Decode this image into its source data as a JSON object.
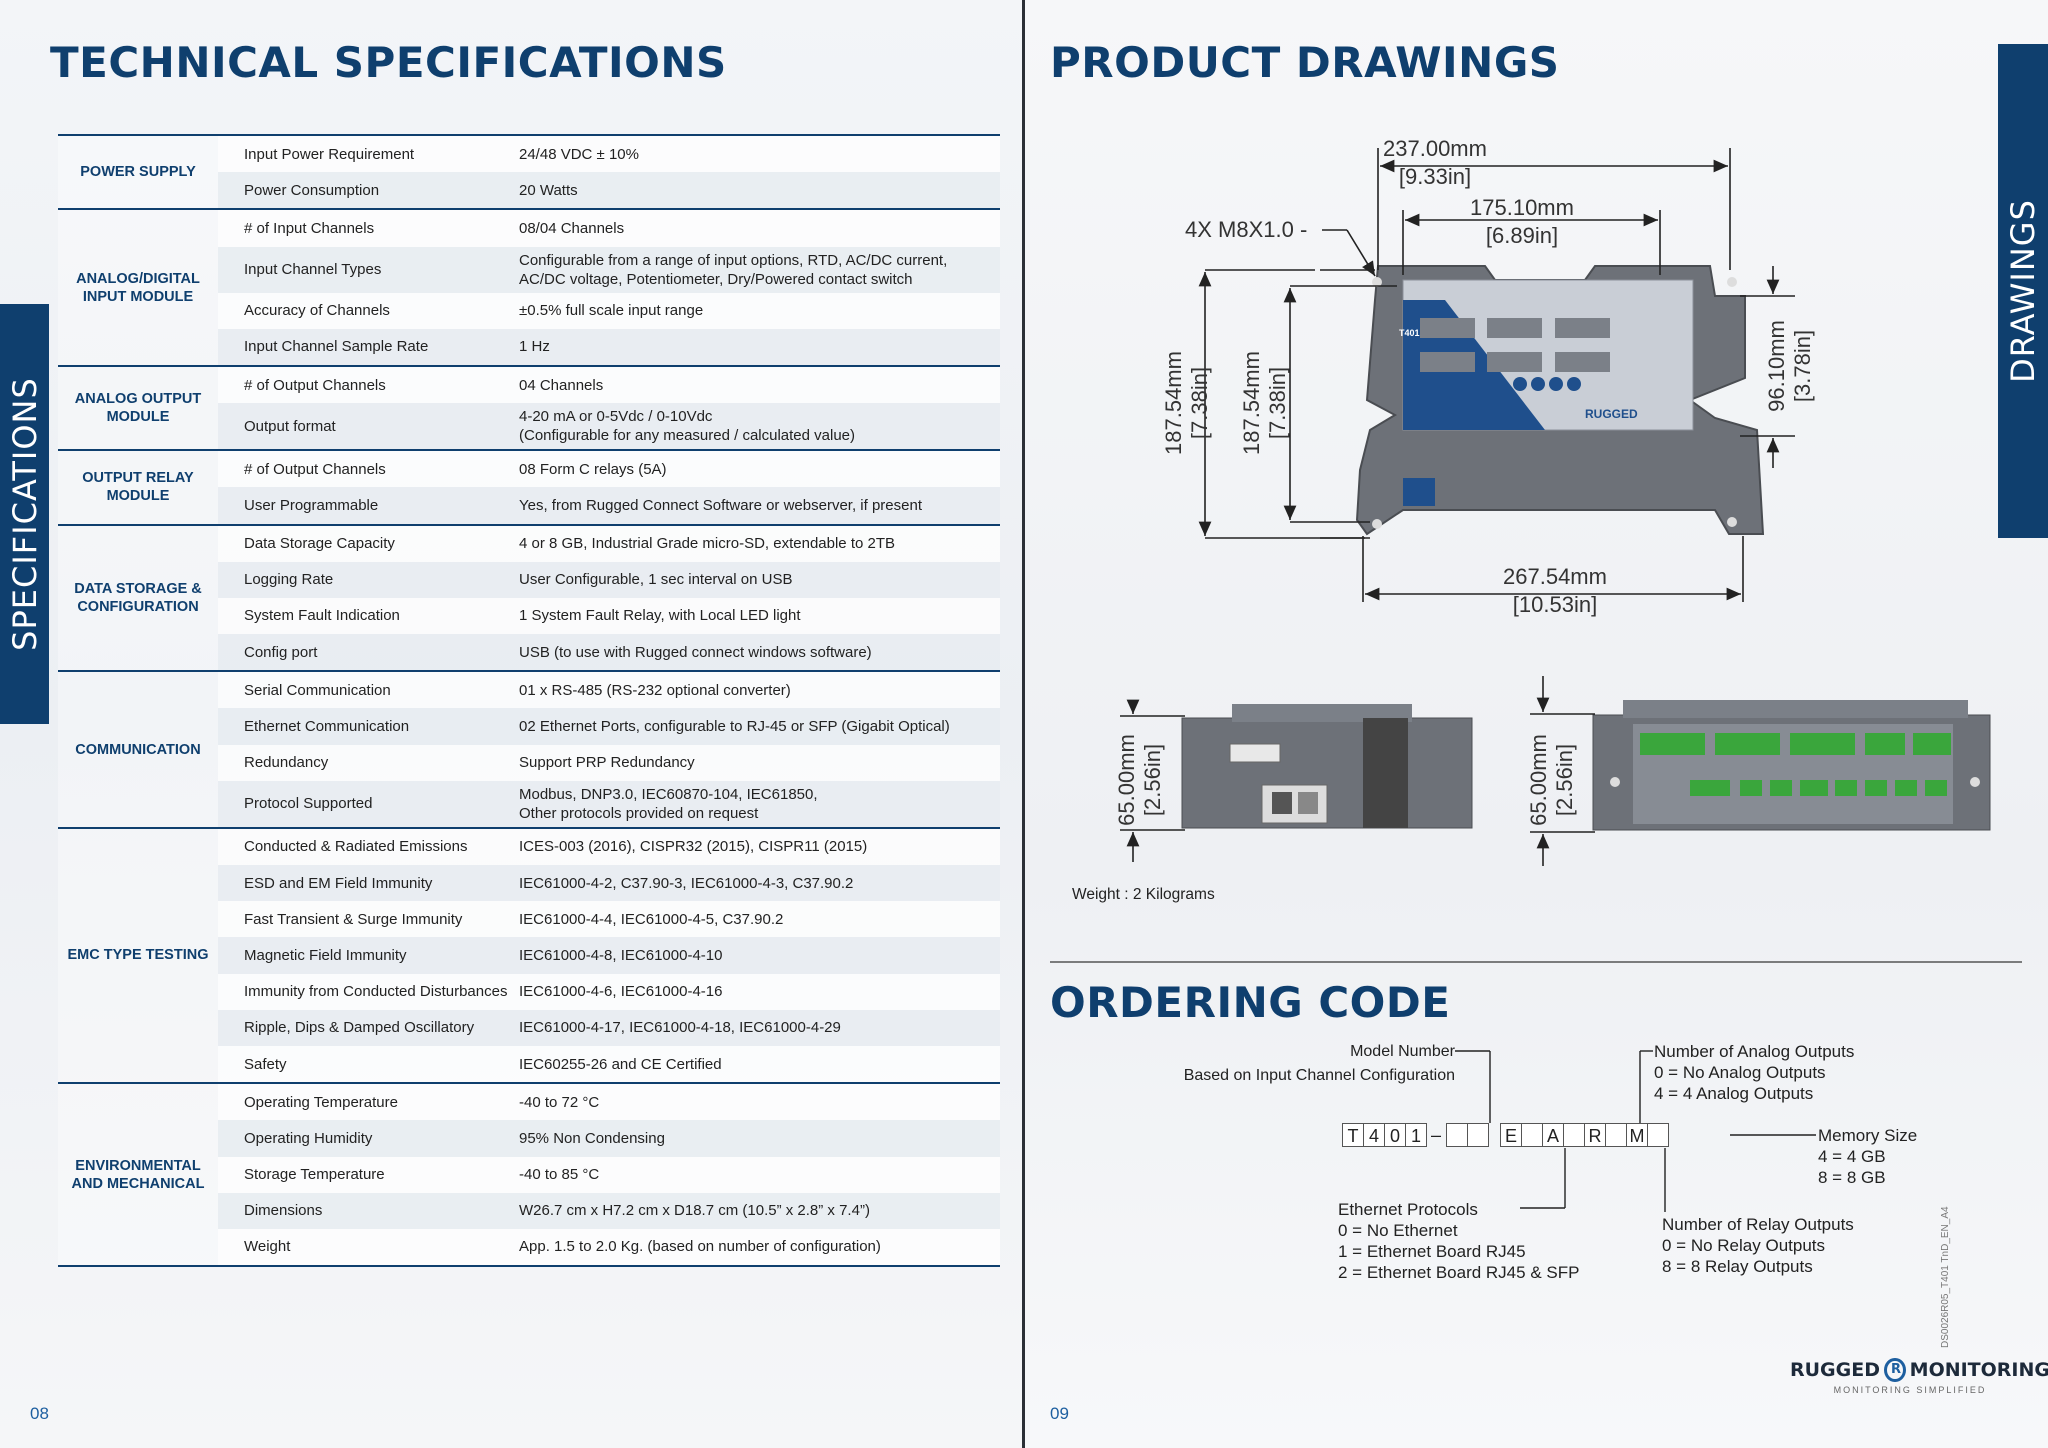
{
  "left_page": {
    "title": "TECHNICAL SPECIFICATIONS",
    "side_tab": "SPECIFICATIONS",
    "page_number": "08",
    "groups": [
      {
        "name": "POWER SUPPLY",
        "rows": [
          {
            "k": "Input Power Requirement",
            "v": "24/48 VDC ± 10%"
          },
          {
            "k": "Power Consumption",
            "v": "20 Watts"
          }
        ]
      },
      {
        "name": "ANALOG/DIGITAL INPUT MODULE",
        "rows": [
          {
            "k": "# of Input Channels",
            "v": "08/04 Channels"
          },
          {
            "k": "Input Channel Types",
            "v": "Configurable from a range of input options, RTD, AC/DC current,\nAC/DC voltage, Potentiometer, Dry/Powered contact switch"
          },
          {
            "k": "Accuracy of Channels",
            "v": "±0.5% full scale input range"
          },
          {
            "k": "Input Channel Sample Rate",
            "v": "1 Hz"
          }
        ]
      },
      {
        "name": "ANALOG OUTPUT MODULE",
        "rows": [
          {
            "k": "# of Output Channels",
            "v": "04 Channels"
          },
          {
            "k": "Output format",
            "v": "4-20 mA or 0-5Vdc / 0-10Vdc\n(Configurable for any measured / calculated value)"
          }
        ]
      },
      {
        "name": "OUTPUT RELAY MODULE",
        "rows": [
          {
            "k": "# of Output Channels",
            "v": "08 Form C relays (5A)"
          },
          {
            "k": "User Programmable",
            "v": "Yes, from Rugged Connect Software or webserver, if present"
          }
        ]
      },
      {
        "name": "DATA STORAGE & CONFIGURATION",
        "rows": [
          {
            "k": "Data Storage Capacity",
            "v": "4 or 8 GB, Industrial Grade micro-SD, extendable to 2TB"
          },
          {
            "k": "Logging Rate",
            "v": "User Configurable, 1 sec interval on USB"
          },
          {
            "k": "System Fault Indication",
            "v": "1 System Fault Relay, with Local LED light"
          },
          {
            "k": "Config port",
            "v": "USB (to use with Rugged connect windows software)"
          }
        ]
      },
      {
        "name": "COMMUNICATION",
        "rows": [
          {
            "k": "Serial Communication",
            "v": "01 x RS-485 (RS-232 optional converter)"
          },
          {
            "k": "Ethernet Communication",
            "v": "02 Ethernet Ports, configurable to RJ-45 or SFP (Gigabit Optical)"
          },
          {
            "k": "Redundancy",
            "v": "Support PRP Redundancy"
          },
          {
            "k": "Protocol Supported",
            "v": "Modbus, DNP3.0, IEC60870-104, IEC61850,\nOther protocols provided on request"
          }
        ]
      },
      {
        "name": "EMC TYPE TESTING",
        "rows": [
          {
            "k": "Conducted & Radiated Emissions",
            "v": "ICES-003 (2016), CISPR32 (2015), CISPR11 (2015)"
          },
          {
            "k": "ESD and EM Field Immunity",
            "v": "IEC61000-4-2, C37.90-3, IEC61000-4-3, C37.90.2"
          },
          {
            "k": "Fast Transient & Surge Immunity",
            "v": "IEC61000-4-4, IEC61000-4-5, C37.90.2"
          },
          {
            "k": "Magnetic Field Immunity",
            "v": "IEC61000-4-8, IEC61000-4-10"
          },
          {
            "k": "Immunity from Conducted Disturbances",
            "v": "IEC61000-4-6, IEC61000-4-16"
          },
          {
            "k": "Ripple, Dips & Damped Oscillatory",
            "v": "IEC61000-4-17, IEC61000-4-18, IEC61000-4-29"
          },
          {
            "k": "Safety",
            "v": "IEC60255-26 and CE Certified"
          }
        ]
      },
      {
        "name": "ENVIRONMENTAL AND MECHANICAL",
        "rows": [
          {
            "k": "Operating Temperature",
            "v": "-40 to 72 °C"
          },
          {
            "k": "Operating Humidity",
            "v": "95% Non Condensing"
          },
          {
            "k": "Storage Temperature",
            "v": "-40 to 85 °C"
          },
          {
            "k": "Dimensions",
            "v": "W26.7 cm x H7.2 cm x D18.7 cm (10.5” x 2.8” x 7.4”)"
          },
          {
            "k": "Weight",
            "v": "App. 1.5 to 2.0 Kg. (based on number of configuration)"
          }
        ]
      }
    ]
  },
  "right_page": {
    "title": "PRODUCT DRAWINGS",
    "side_tab": "DRAWINGS",
    "page_number": "09",
    "drawing": {
      "width_outer_mm": "237.00mm",
      "width_outer_in": "[9.33in]",
      "width_inner_mm": "175.10mm",
      "width_inner_in": "[6.89in]",
      "thread": "4X M8X1.0 -",
      "height_outer_mm": "187.54mm",
      "height_outer_in": "[7.38in]",
      "height_inner_mm": "187.54mm",
      "height_inner_in": "[7.38in]",
      "height_right_mm": "96.10mm",
      "height_right_in": "[3.78in]",
      "width_base_mm": "267.54mm",
      "width_base_in": "[10.53in]",
      "side_height_mm": "65.00mm",
      "side_height_in": "[2.56in]",
      "device_model": "T401",
      "device_brand": "RUGGED",
      "weight": "Weight : 2 Kilograms"
    },
    "ordering": {
      "title": "ORDERING CODE",
      "model_label": "Model Number",
      "model_sub": "Based on Input Channel Configuration",
      "code_cells": [
        "T",
        "4",
        "0",
        "1",
        "–",
        "",
        "",
        "E",
        "",
        "A",
        "",
        "R",
        "",
        "M",
        ""
      ],
      "analog_title": "Number of Analog Outputs",
      "analog_0": "0 = No Analog Outputs",
      "analog_4": "4 = 4 Analog Outputs",
      "memory_title": "Memory Size",
      "memory_4": "4 = 4 GB",
      "memory_8": "8 = 8 GB",
      "eth_title": "Ethernet Protocols",
      "eth_0": "0 = No Ethernet",
      "eth_1": "1  = Ethernet Board RJ45",
      "eth_2": "2 = Ethernet Board RJ45 & SFP",
      "relay_title": "Number of Relay Outputs",
      "relay_0": "0 = No Relay Outputs",
      "relay_8": "8 = 8 Relay Outputs"
    },
    "doc_code": "DS0026R05_T401 TnD_EN_A4",
    "logo_left": "RUGGED",
    "logo_right": "MONITORING",
    "logo_tagline": "MONITORING SIMPLIFIED"
  },
  "colors": {
    "brand_navy": "#0f3f6e",
    "accent_blue": "#1d5fa0",
    "terminal_green": "#3aa63c"
  }
}
